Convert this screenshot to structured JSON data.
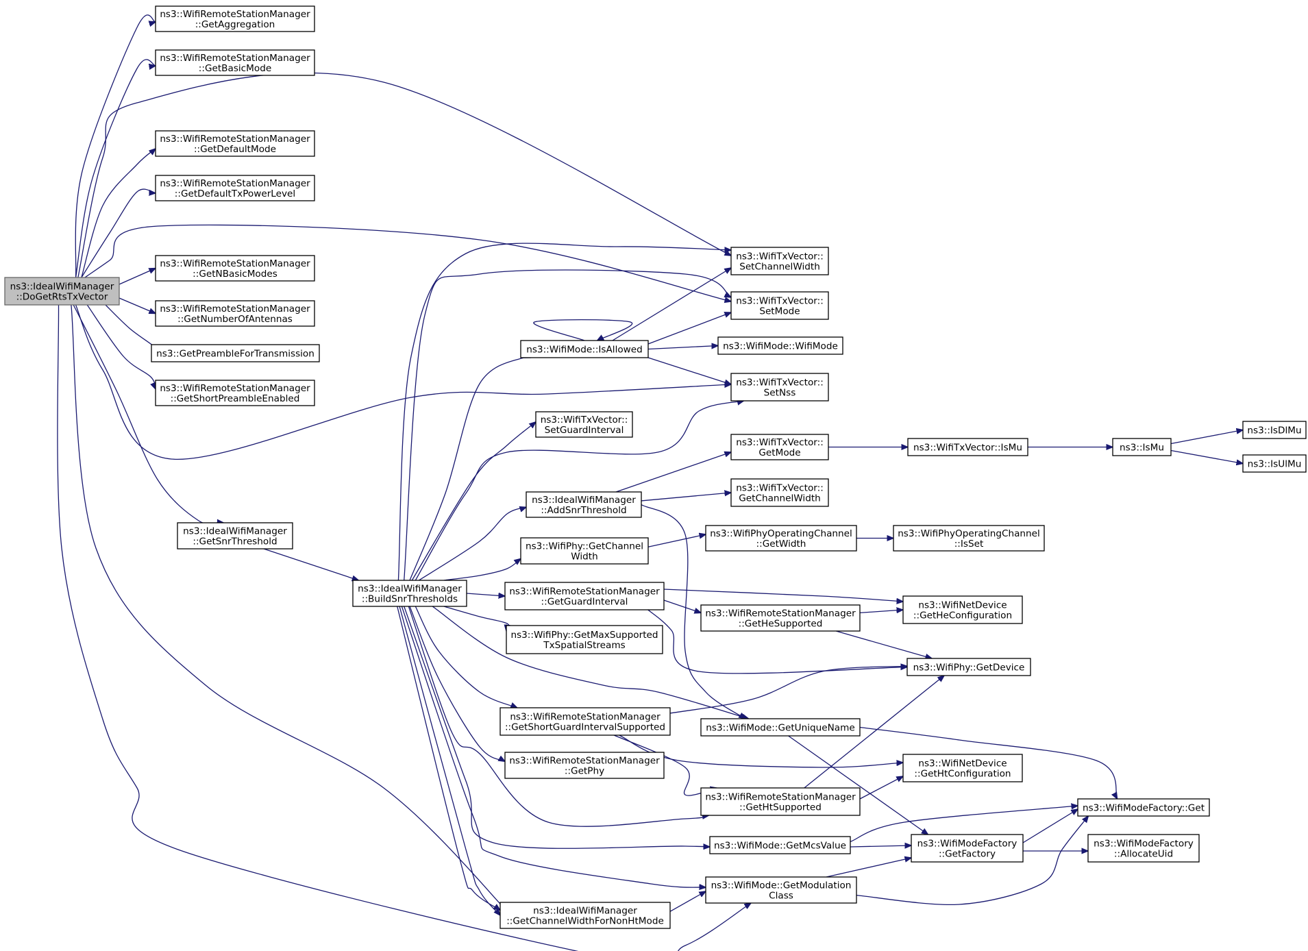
{
  "colors": {
    "edge": "#191970",
    "root_fill": "#bfbfbf",
    "node_fill": "#ffffff",
    "border": "#000000"
  },
  "nodes": {
    "root": [
      "ns3::IdealWifiManager",
      "::DoGetRtsTxVector"
    ],
    "get_aggregation": [
      "ns3::WifiRemoteStationManager",
      "::GetAggregation"
    ],
    "get_basic_mode": [
      "ns3::WifiRemoteStationManager",
      "::GetBasicMode"
    ],
    "get_default_mode": [
      "ns3::WifiRemoteStationManager",
      "::GetDefaultMode"
    ],
    "get_default_tx_power_level": [
      "ns3::WifiRemoteStationManager",
      "::GetDefaultTxPowerLevel"
    ],
    "get_n_basic_modes": [
      "ns3::WifiRemoteStationManager",
      "::GetNBasicModes"
    ],
    "get_number_of_antennas": [
      "ns3::WifiRemoteStationManager",
      "::GetNumberOfAntennas"
    ],
    "get_preamble_for_transmission": [
      "ns3::GetPreambleForTransmission"
    ],
    "get_short_preamble_enabled": [
      "ns3::WifiRemoteStationManager",
      "::GetShortPreambleEnabled"
    ],
    "get_snr_threshold": [
      "ns3::IdealWifiManager",
      "::GetSnrThreshold"
    ],
    "build_snr_thresholds": [
      "ns3::IdealWifiManager",
      "::BuildSnrThresholds"
    ],
    "set_channel_width": [
      "ns3::WifiTxVector::",
      "SetChannelWidth"
    ],
    "set_mode": [
      "ns3::WifiTxVector::",
      "SetMode"
    ],
    "is_allowed": [
      "ns3::WifiMode::IsAllowed"
    ],
    "wifi_mode_ctor": [
      "ns3::WifiMode::WifiMode"
    ],
    "set_nss": [
      "ns3::WifiTxVector::",
      "SetNss"
    ],
    "set_guard_interval": [
      "ns3::WifiTxVector::",
      "SetGuardInterval"
    ],
    "tx_get_mode": [
      "ns3::WifiTxVector::",
      "GetMode"
    ],
    "tx_is_mu": [
      "ns3::WifiTxVector::IsMu"
    ],
    "is_mu": [
      "ns3::IsMu"
    ],
    "is_dl_mu": [
      "ns3::IsDlMu"
    ],
    "is_ul_mu": [
      "ns3::IsUlMu"
    ],
    "add_snr_threshold": [
      "ns3::IdealWifiManager",
      "::AddSnrThreshold"
    ],
    "tx_get_channel_width": [
      "ns3::WifiTxVector::",
      "GetChannelWidth"
    ],
    "phy_get_channel_width": [
      "ns3::WifiPhy::GetChannel",
      "Width"
    ],
    "op_channel_get_width": [
      "ns3::WifiPhyOperatingChannel",
      "::GetWidth"
    ],
    "op_channel_is_set": [
      "ns3::WifiPhyOperatingChannel",
      "::IsSet"
    ],
    "get_guard_interval": [
      "ns3::WifiRemoteStationManager",
      "::GetGuardInterval"
    ],
    "get_he_supported": [
      "ns3::WifiRemoteStationManager",
      "::GetHeSupported"
    ],
    "get_he_configuration": [
      "ns3::WifiNetDevice",
      "::GetHeConfiguration"
    ],
    "get_max_supported_tx_spatial_streams": [
      "ns3::WifiPhy::GetMaxSupported",
      "TxSpatialStreams"
    ],
    "phy_get_device": [
      "ns3::WifiPhy::GetDevice"
    ],
    "get_sgi_supported": [
      "ns3::WifiRemoteStationManager",
      "::GetShortGuardIntervalSupported"
    ],
    "get_unique_name": [
      "ns3::WifiMode::GetUniqueName"
    ],
    "get_phy": [
      "ns3::WifiRemoteStationManager",
      "::GetPhy"
    ],
    "get_ht_configuration": [
      "ns3::WifiNetDevice",
      "::GetHtConfiguration"
    ],
    "get_ht_supported": [
      "ns3::WifiRemoteStationManager",
      "::GetHtSupported"
    ],
    "mode_factory_get": [
      "ns3::WifiModeFactory::Get"
    ],
    "get_mcs_value": [
      "ns3::WifiMode::GetMcsValue"
    ],
    "get_factory": [
      "ns3::WifiModeFactory",
      "::GetFactory"
    ],
    "allocate_uid": [
      "ns3::WifiModeFactory",
      "::AllocateUid"
    ],
    "get_modulation_class": [
      "ns3::WifiMode::GetModulation",
      "Class"
    ],
    "get_cw_for_non_ht_mode": [
      "ns3::IdealWifiManager",
      "::GetChannelWidthForNonHtMode"
    ]
  }
}
